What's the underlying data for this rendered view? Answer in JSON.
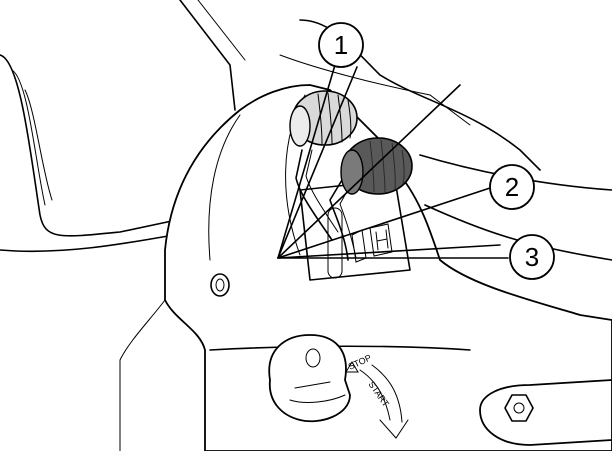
{
  "callouts": [
    {
      "label": "1"
    },
    {
      "label": "2"
    },
    {
      "label": "3"
    }
  ],
  "key_switch": {
    "stop_label": "STOP",
    "start_label": "START"
  },
  "colors": {
    "line": "#000000",
    "background": "#ffffff",
    "light_knob": "#d9d9d9",
    "dark_knob": "#595959"
  }
}
